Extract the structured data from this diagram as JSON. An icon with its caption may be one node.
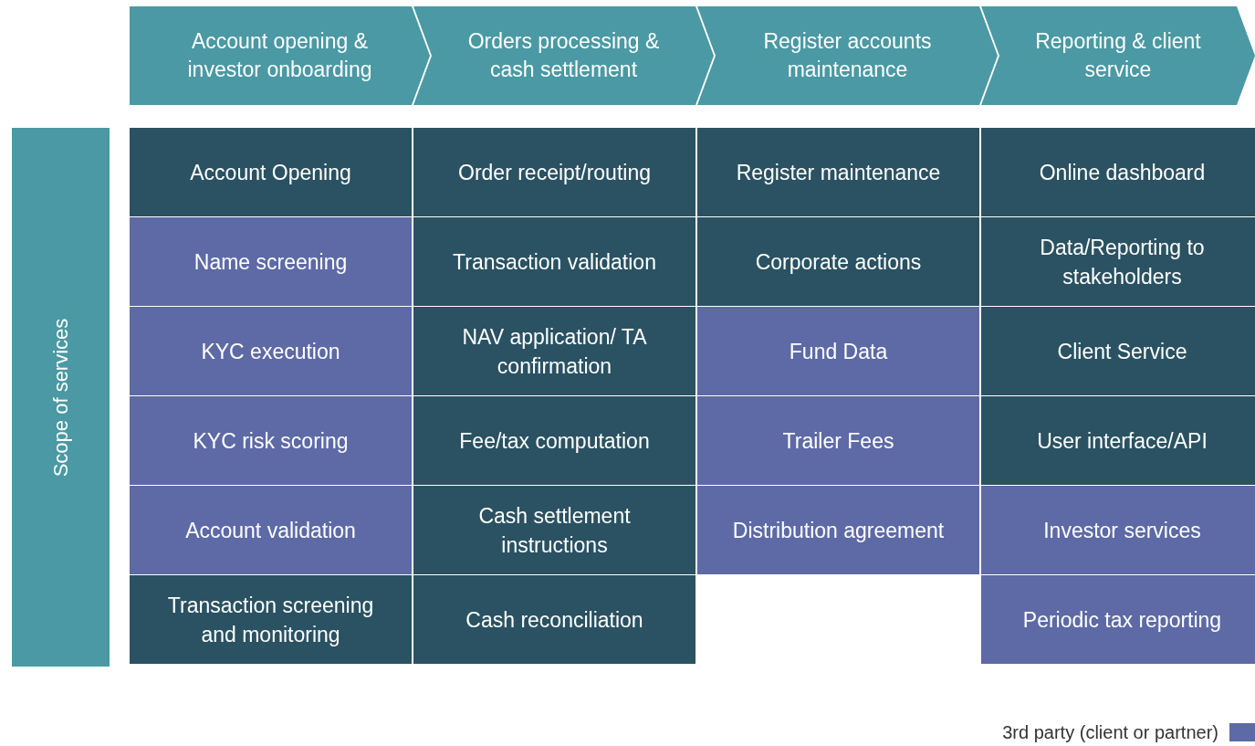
{
  "diagram": {
    "nodes": [
      {
        "text": [
          "Account opening & investor onboarding"
        ]
      },
      {
        "text": [
          "Orders processing & cash settlement"
        ]
      },
      {
        "text": [
          "Register accounts maintenance"
        ]
      },
      {
        "text": [
          "Reporting & client service"
        ]
      },
      {
        "text": [
          "Scope of services"
        ]
      },
      {
        "text": [
          "Account Opening"
        ]
      },
      {
        "text": [
          "Order receipt/routing"
        ]
      },
      {
        "text": [
          "Register maintenance"
        ]
      },
      {
        "text": [
          "Online dashboard"
        ]
      },
      {
        "text": [
          "Name screening"
        ]
      },
      {
        "text": [
          "Transaction validation"
        ]
      },
      {
        "text": [
          "Corporate actions"
        ]
      },
      {
        "text": [
          "Data/Reporting to stakeholders"
        ]
      },
      {
        "text": [
          "KYC execution"
        ]
      },
      {
        "text": [
          "NAV application/ TA confirmation"
        ]
      },
      {
        "text": [
          "Fund Data"
        ]
      },
      {
        "text": [
          "Client Service"
        ]
      },
      {
        "text": [
          "KYC risk scoring"
        ]
      },
      {
        "text": [
          "Fee/tax computation"
        ]
      },
      {
        "text": [
          "Trailer Fees"
        ]
      },
      {
        "text": [
          "User interface/API"
        ]
      },
      {
        "text": [
          "Account validation"
        ]
      },
      {
        "text": [
          "Cash settlement instructions"
        ]
      },
      {
        "text": [
          "Distribution agreement"
        ]
      },
      {
        "text": [
          "Investor services"
        ]
      },
      {
        "text": [
          "Transaction screening and monitoring"
        ]
      },
      {
        "text": [
          "Cash reconciliation"
        ]
      },
      {
        "text": [
          "Periodic tax reporting"
        ]
      }
    ],
    "legend": [
      {
        "text": "3rd party (client or partner)",
        "color": "#5d6aa6"
      }
    ]
  }
}
